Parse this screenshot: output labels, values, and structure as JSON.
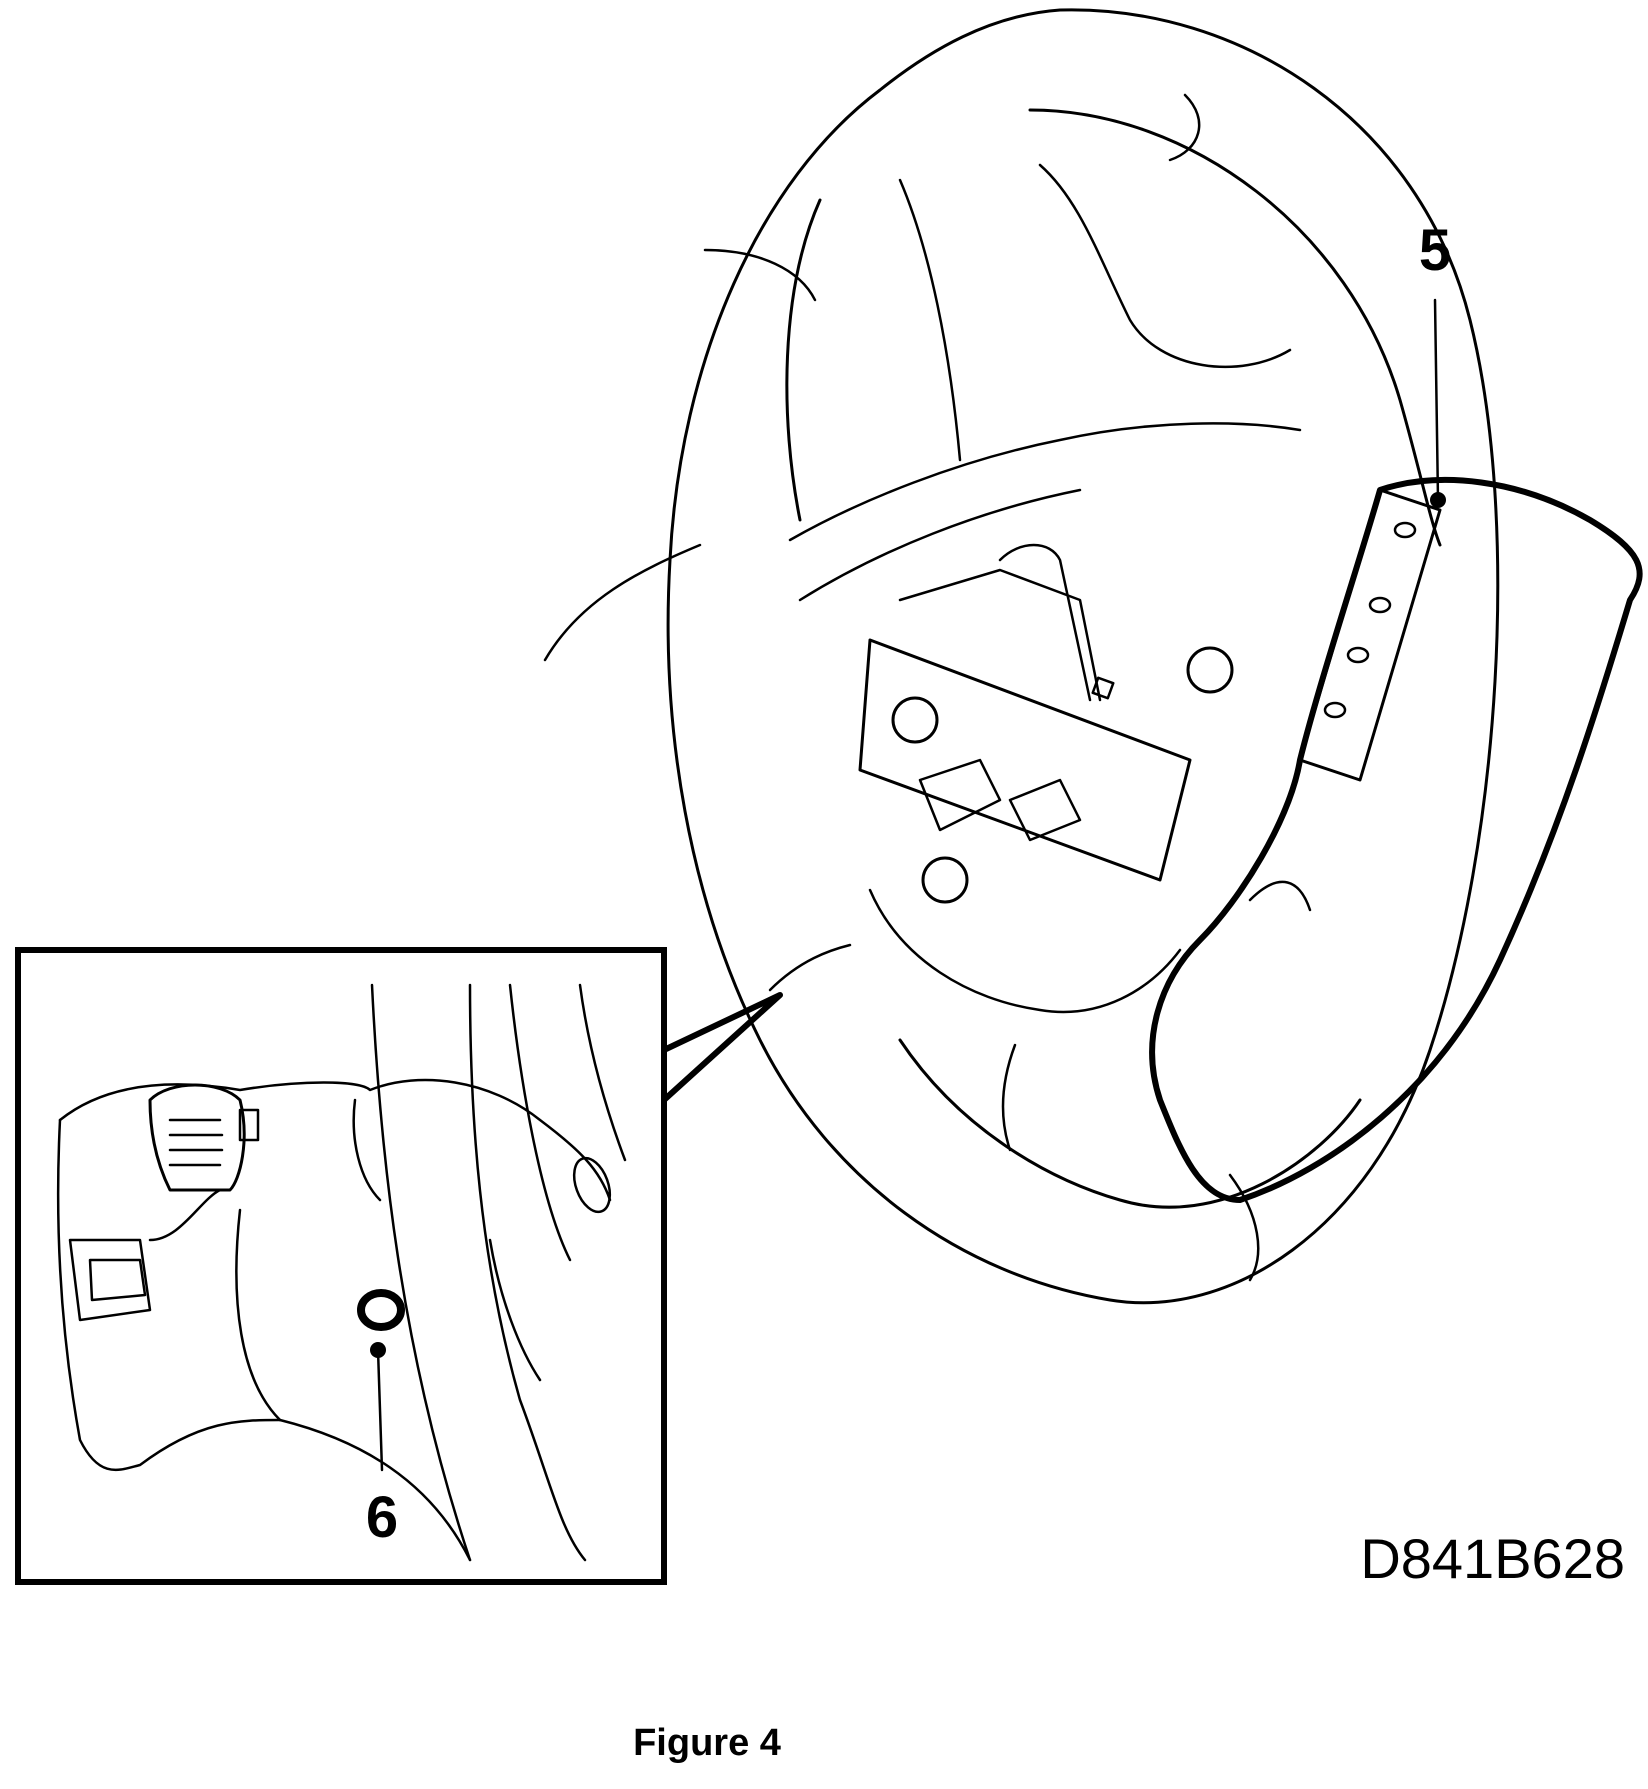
{
  "figure": {
    "caption": "Figure 4",
    "drawing_code": "D841B628"
  },
  "callouts": [
    {
      "label": "5"
    },
    {
      "label": "6"
    }
  ],
  "colors": {
    "line": "#000000",
    "background": "#ffffff"
  }
}
